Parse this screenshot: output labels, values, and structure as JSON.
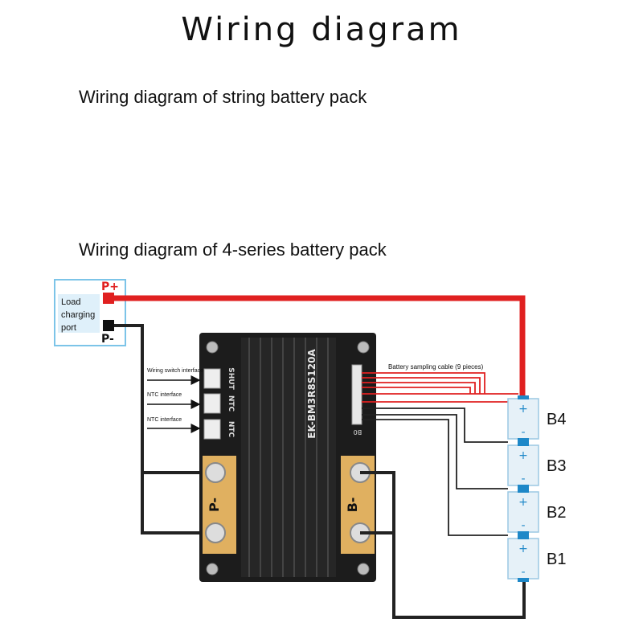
{
  "title": "Wiring diagram",
  "subtitles": [
    "Wiring diagram of string battery pack",
    "Wiring diagram of 4-series battery pack"
  ],
  "load_port": {
    "label_lines": [
      "Load",
      "charging",
      "port"
    ],
    "p_plus": "P+",
    "p_minus": "P-"
  },
  "board": {
    "model": "EK-BM3R8S120A",
    "p_minus_label": "P-",
    "b_minus_label": "B-",
    "b0_label": "B0",
    "connectors": [
      "SHUT",
      "NTC",
      "NTC"
    ]
  },
  "annotations": {
    "wiring_switch": "Wiring switch interface",
    "ntc1": "NTC interface",
    "ntc2": "NTC interface",
    "sampling_cable": "Battery sampling cable (9 pieces)"
  },
  "batteries": [
    {
      "label": "B4",
      "plus": "+",
      "minus": "-"
    },
    {
      "label": "B3",
      "plus": "+",
      "minus": "-"
    },
    {
      "label": "B2",
      "plus": "+",
      "minus": "-"
    },
    {
      "label": "B1",
      "plus": "+",
      "minus": "-"
    }
  ],
  "colors": {
    "positive_wire": "#e02020",
    "negative_wire": "#1a1a1a",
    "board": "#1c1c1c",
    "battery_fill": "#e6f1f8",
    "battery_terminal": "#1e88c8"
  }
}
